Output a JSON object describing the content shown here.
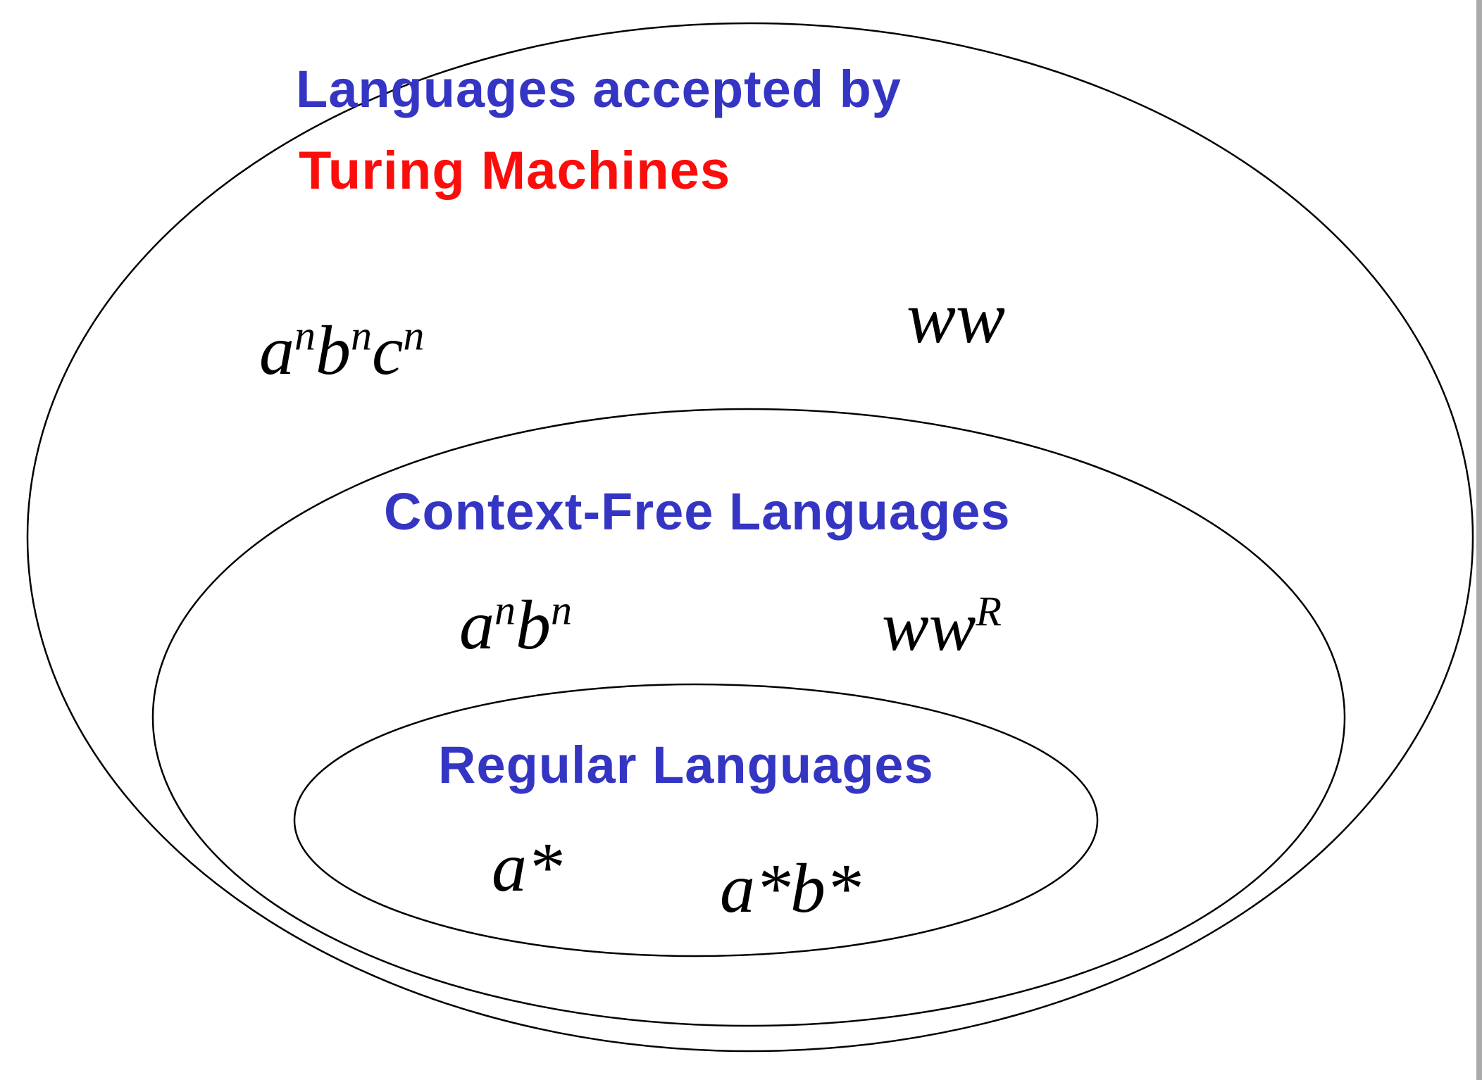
{
  "colors": {
    "label_blue": "#3535c4",
    "highlight_red": "#fb0d0c",
    "line_black": "#000000",
    "background": "#ffffff"
  },
  "diagram": {
    "outer": {
      "title_line1": "Languages accepted by",
      "title_line2": "Turing Machines",
      "examples": {
        "anbncn": {
          "b0": "a",
          "s0": "n",
          "b1": "b",
          "s1": "n",
          "b2": "c",
          "s2": "n"
        },
        "ww": {
          "b0": "ww"
        }
      }
    },
    "middle": {
      "title": "Context-Free Languages",
      "examples": {
        "anbn": {
          "b0": "a",
          "s0": "n",
          "b1": "b",
          "s1": "n"
        },
        "wwR": {
          "b0": "ww",
          "s0": "R"
        }
      }
    },
    "inner": {
      "title": "Regular Languages",
      "examples": {
        "astar": {
          "b0": "a*"
        },
        "astarbstar": {
          "b0": "a*b*"
        }
      }
    }
  }
}
